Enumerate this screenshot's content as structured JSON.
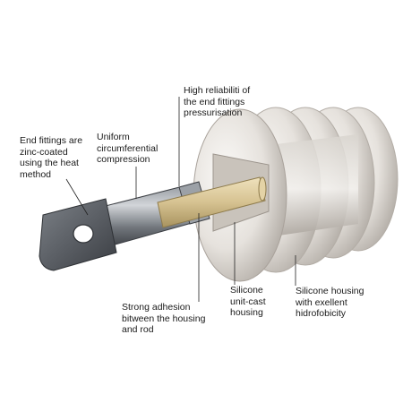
{
  "labels": {
    "end_fittings": "End fittings are\nzinc-coated\nusing the heat\nmethod",
    "uniform": "Uniform\ncircumferential\ncompression",
    "high_reliability": "High reliabiliti of\nthe end fittings\npressurisation",
    "strong_adhesion": "Strong adhesion\nbitween the housing\nand rod",
    "silicone_unit": "Silicone\nunit-cast\nhousing",
    "silicone_housing": "Silicone housing\nwith exellent\nhidrofobicity"
  },
  "colors": {
    "metal_dark": "#4a4d52",
    "metal_light": "#b8bcc2",
    "rod": "#d9c79a",
    "silicone": "#e9e6e2",
    "silicone_shadow": "#b9b4ae",
    "leader": "#222222"
  }
}
